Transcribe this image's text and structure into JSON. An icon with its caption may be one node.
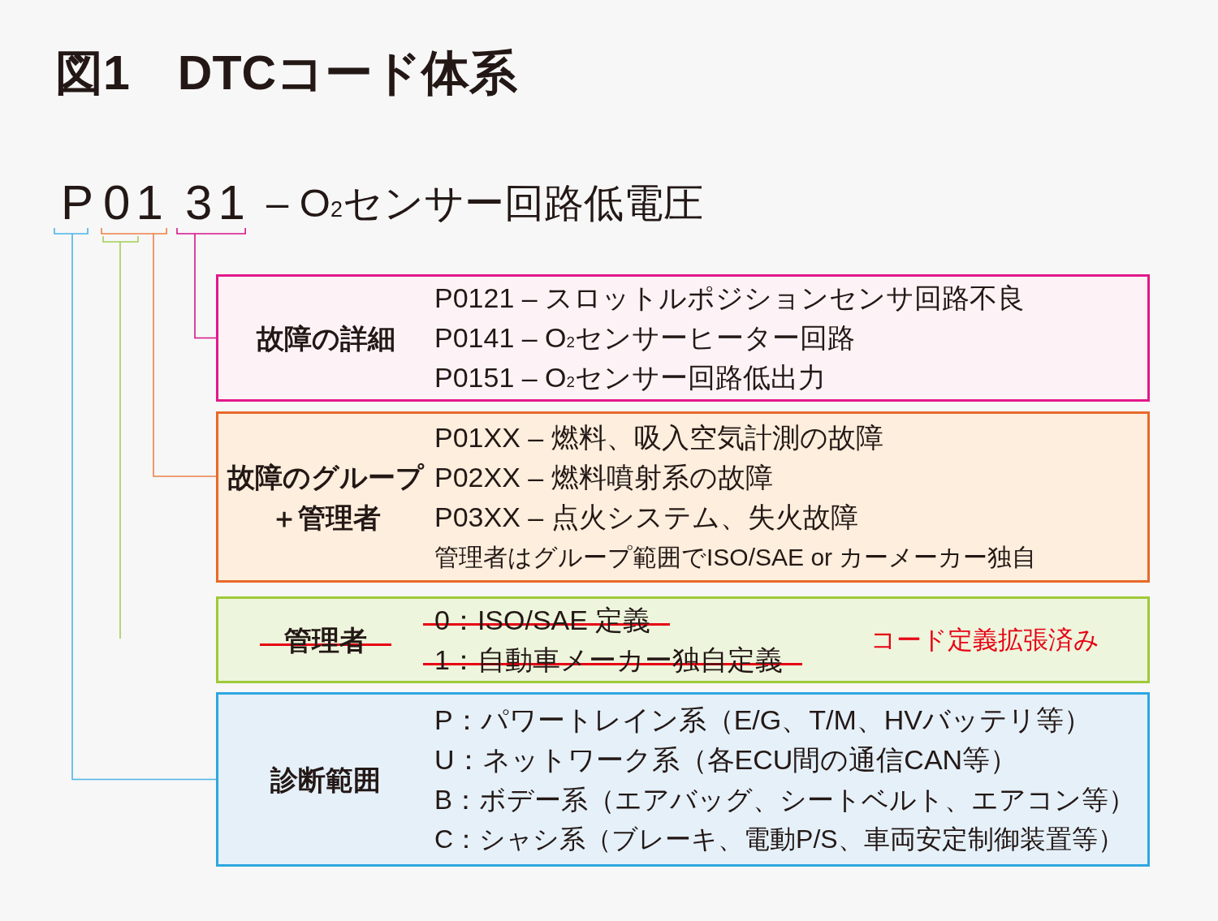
{
  "diagram": {
    "title": "図1　DTCコード体系",
    "nodes": [
      {
        "text": [
          "P"
        ]
      },
      {
        "text": [
          "01"
        ]
      },
      {
        "text": [
          "31"
        ]
      },
      {
        "text": [
          "故障の詳細",
          "P0121 – スロットルポジションセンサ回路不良",
          "P0141 – O$_{2}$センサーヒーター回路",
          "P0151 – O$_{2}$センサー回路低出力"
        ]
      },
      {
        "text": [
          "故障のグループ＋管理者",
          "P01XX – 燃料、吸入空気計測の故障",
          "P02XX – 燃料噴射系の故障",
          "P03XX – 点火システム、失火故障",
          "管理者はグループ範囲でISO/SAE or カーメーカー独自"
        ]
      },
      {
        "text": [
          "管理者",
          "0：ISO/SAE 定義",
          "1：自動車メーカー独自定義",
          "コード定義拡張済み"
        ]
      },
      {
        "text": [
          "診断範囲",
          "P：パワートレイン系（E/G、T/M、HVバッテリ等）",
          "U：ネットワーク系（各ECU間の通信CAN等）",
          "B：ボデー系（エアバッグ、シートベルト、エアコン等）",
          "C：シャシ系（ブレーキ、電動P/S、車両安定制御装置等）"
        ]
      }
    ],
    "edges": [
      {
        "from": 2,
        "to": 3,
        "arrow": "none",
        "color": "#d4148c"
      },
      {
        "from": 1,
        "to": 4,
        "arrow": "none",
        "color": "#ee8048"
      },
      {
        "from": 1,
        "to": null,
        "arrow": "none",
        "color": "#a3cf55"
      },
      {
        "from": 0,
        "to": 6,
        "arrow": "none",
        "color": "#4cb3e5"
      }
    ],
    "labels": [
      "– O$_{2}$センサー回路低電圧"
    ]
  }
}
